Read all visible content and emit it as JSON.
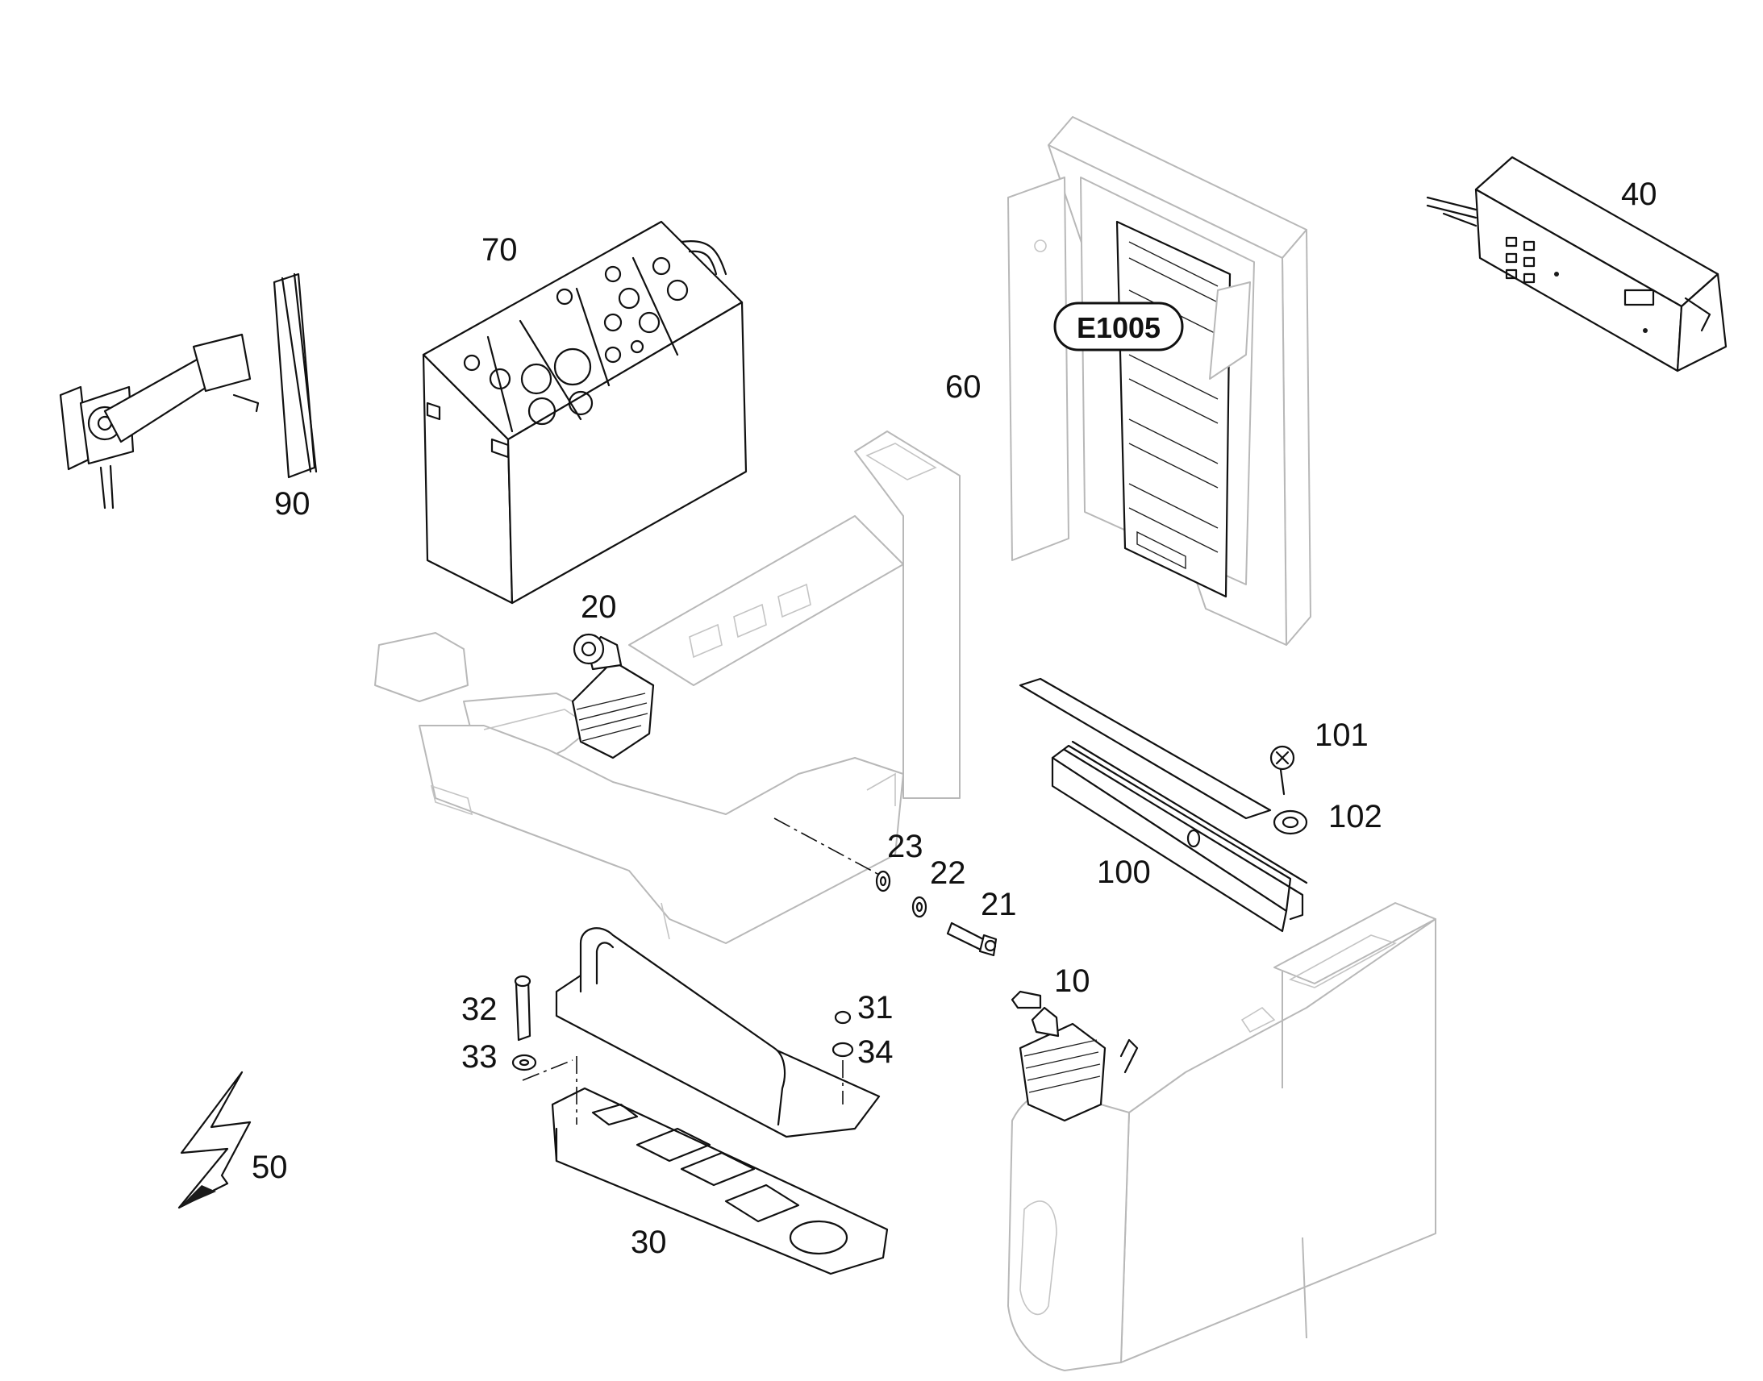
{
  "labels": {
    "p10": "10",
    "p20": "20",
    "p21": "21",
    "p22": "22",
    "p23": "23",
    "p30": "30",
    "p31": "31",
    "p32": "32",
    "p33": "33",
    "p34": "34",
    "p40": "40",
    "p50": "50",
    "p60": "60",
    "p70": "70",
    "p90": "90",
    "p100": "100",
    "p101": "101",
    "p102": "102"
  },
  "tag": {
    "text": "E1005"
  },
  "icons": {
    "electrical": "lightning-bolt-icon"
  }
}
